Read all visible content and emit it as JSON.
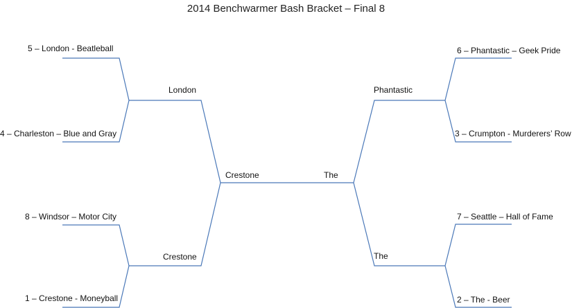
{
  "title": "2014 Benchwarmer Bash Bracket – Final 8",
  "colors": {
    "line": "#4a78b8",
    "text": "#111111"
  },
  "left": {
    "round1": [
      "5 – London - Beatleball",
      "4 – Charleston – Blue and Gray",
      "8 – Windsor – Motor City",
      "1 – Crestone - Moneyball"
    ],
    "round2": [
      "London",
      "Crestone"
    ],
    "final": "Crestone"
  },
  "right": {
    "round1": [
      "6 – Phantastic – Geek Pride",
      "3 – Crumpton - Murderers’ Row",
      "7 – Seattle – Hall of Fame",
      "2 – The - Beer"
    ],
    "round2": [
      "Phantastic",
      "The"
    ],
    "final": "The"
  }
}
